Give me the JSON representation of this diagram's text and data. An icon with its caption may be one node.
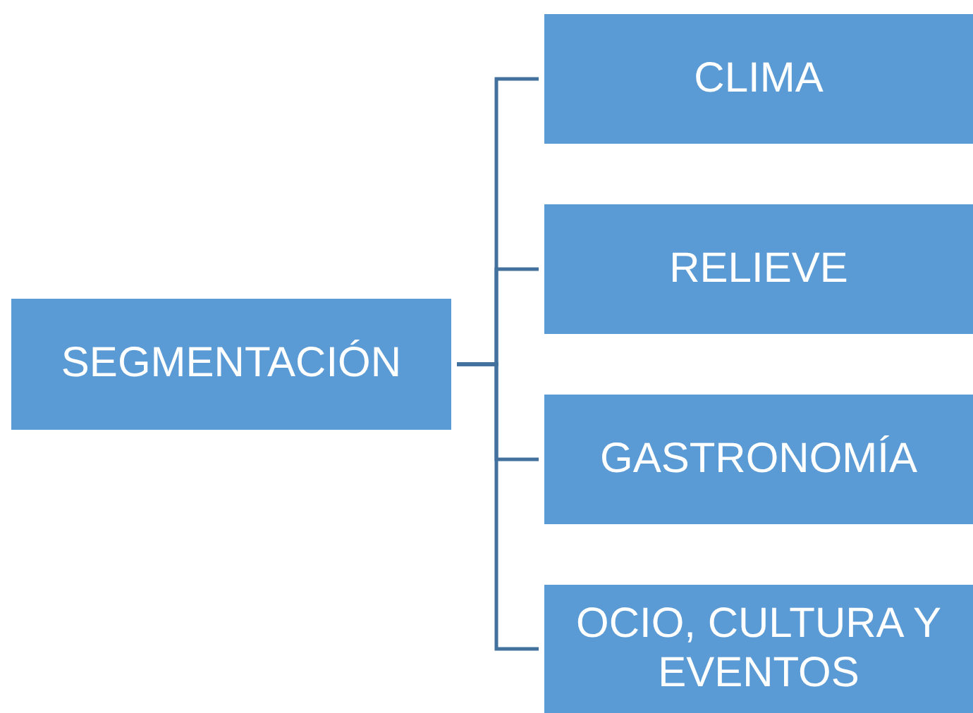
{
  "diagram": {
    "nodes": [
      {
        "text": [
          "SEGMENTACIÓN"
        ]
      },
      {
        "text": [
          "CLIMA"
        ]
      },
      {
        "text": [
          "RELIEVE"
        ]
      },
      {
        "text": [
          "GASTRONOMÍA"
        ]
      },
      {
        "text": [
          "OCIO, CULTURA Y EVENTOS"
        ]
      }
    ],
    "edges": [
      {
        "from": 0,
        "to": 1,
        "arrow": "none"
      },
      {
        "from": 0,
        "to": 2,
        "arrow": "none"
      },
      {
        "from": 0,
        "to": 3,
        "arrow": "none"
      },
      {
        "from": 0,
        "to": 4,
        "arrow": "none"
      }
    ]
  }
}
